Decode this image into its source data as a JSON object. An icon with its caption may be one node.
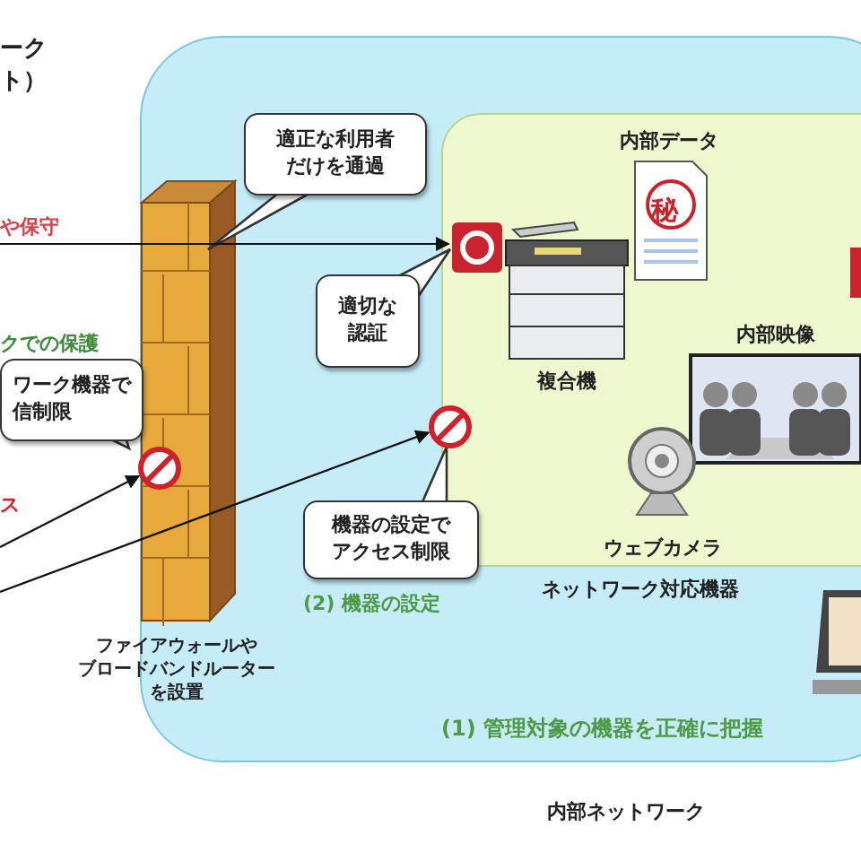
{
  "diagram": {
    "nodes": [
      {
        "text": [
          "内部ネットワーク"
        ]
      },
      {
        "text": [
          "ファイアウォールやブロードバンドルーターを設置"
        ],
        "in": 0
      },
      {
        "text": [
          "ネットワーク対応機器"
        ],
        "in": 0
      },
      {
        "text": [
          "適正な利用者だけを通過"
        ],
        "in": 0
      },
      {
        "text": [],
        "shape": "box",
        "in": 2
      },
      {
        "text": [
          "適切な認証"
        ],
        "in": 0
      },
      {
        "text": [],
        "shape": "circle",
        "in": 1
      },
      {
        "text": [],
        "shape": "circle",
        "in": 0
      },
      {
        "text": [
          "機器の設定でアクセス制限"
        ],
        "in": 0,
        "beside": [
          "(2) 機器の設定"
        ]
      },
      {
        "text": [
          "ワーク機器で信制限"
        ],
        "beside": [
          "クでの保護"
        ]
      },
      {
        "text": [
          "複合機"
        ],
        "in": 2
      },
      {
        "text": [
          "内部データ",
          "秘"
        ],
        "in": 2
      },
      {
        "text": [
          "内部映像"
        ],
        "in": 2
      },
      {
        "text": [
          "ウェブカメラ"
        ],
        "in": 2
      },
      {
        "text": [],
        "shape": "picture",
        "in": 0
      },
      {
        "text": [],
        "shape": "box",
        "in": 2
      }
    ],
    "edges": [
      {
        "from": null,
        "to": 4,
        "arrow": "to",
        "label": "や保守"
      },
      {
        "from": null,
        "to": 6,
        "arrow": "to"
      },
      {
        "from": null,
        "to": 7,
        "arrow": "to"
      }
    ],
    "labels": [
      "ーク",
      "ト）",
      "ス",
      "(1) 管理対象の機器を正確に把握"
    ]
  }
}
